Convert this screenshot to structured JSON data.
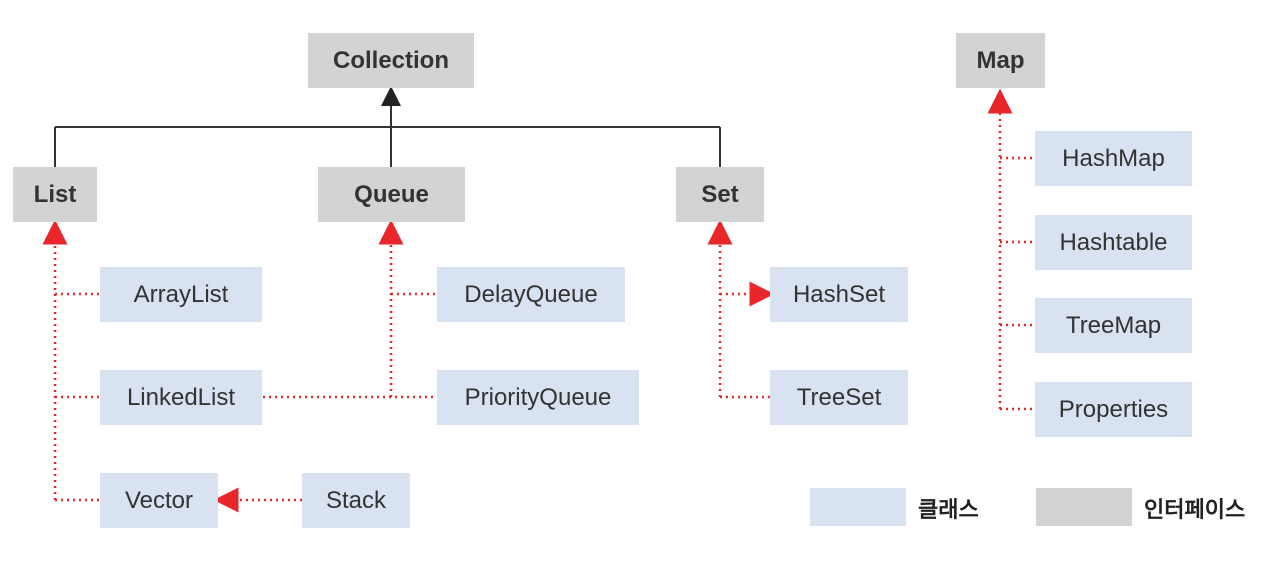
{
  "colors": {
    "interface_fill": "#d3d3d3",
    "class_fill": "#d8e2f0",
    "extends_line": "#333333",
    "implements_line": "#e8272b"
  },
  "interfaces": {
    "collection": "Collection",
    "list": "List",
    "queue": "Queue",
    "set": "Set",
    "map": "Map"
  },
  "classes": {
    "arraylist": "ArrayList",
    "linkedlist": "LinkedList",
    "vector": "Vector",
    "stack": "Stack",
    "delayqueue": "DelayQueue",
    "priorityqueue": "PriorityQueue",
    "hashset": "HashSet",
    "treeset": "TreeSet",
    "hashmap": "HashMap",
    "hashtable": "Hashtable",
    "treemap": "TreeMap",
    "properties": "Properties"
  },
  "legend": {
    "class_label": "클래스",
    "interface_label": "인터페이스"
  }
}
